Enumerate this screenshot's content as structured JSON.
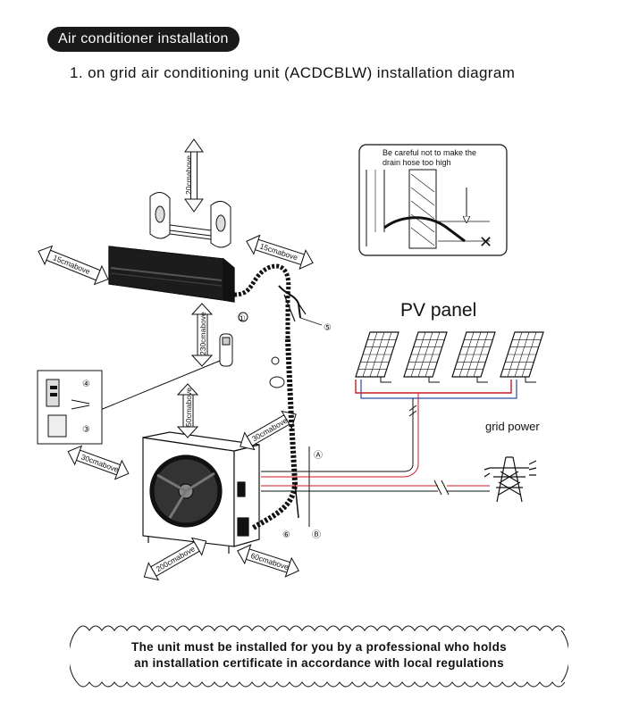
{
  "header": {
    "section_title": "Air conditioner installation",
    "subtitle": "1. on grid air conditioning unit (ACDCBLW) installation diagram"
  },
  "diagram": {
    "clearances": {
      "top": "20cmabove",
      "left_indoor": "15cmabove",
      "right_indoor": "15cmabove",
      "remote_gap": "230cmabove",
      "outdoor_top": "50cmabove",
      "outdoor_left": "30cmabove",
      "outdoor_right": "30cmabove",
      "outdoor_front": "200cmabove",
      "outdoor_side": "60cmabove"
    },
    "inset_warning": {
      "line1": "Be careful not to make the",
      "line2": "drain hose too high"
    },
    "pv_label": "PV panel",
    "grid_label": "grid power",
    "markers": {
      "m1": "①",
      "m3": "③",
      "m4": "④",
      "m5": "⑤",
      "m6": "⑥",
      "mA": "Ⓐ",
      "mB": "Ⓑ",
      "mx": "✕"
    },
    "colors": {
      "line": "#111111",
      "pv_red": "#d0191f",
      "pv_blue": "#2a4aa0"
    }
  },
  "notice": {
    "line1": "The unit must be installed for you by a professional who holds",
    "line2": "an installation certificate in accordance with local regulations"
  }
}
